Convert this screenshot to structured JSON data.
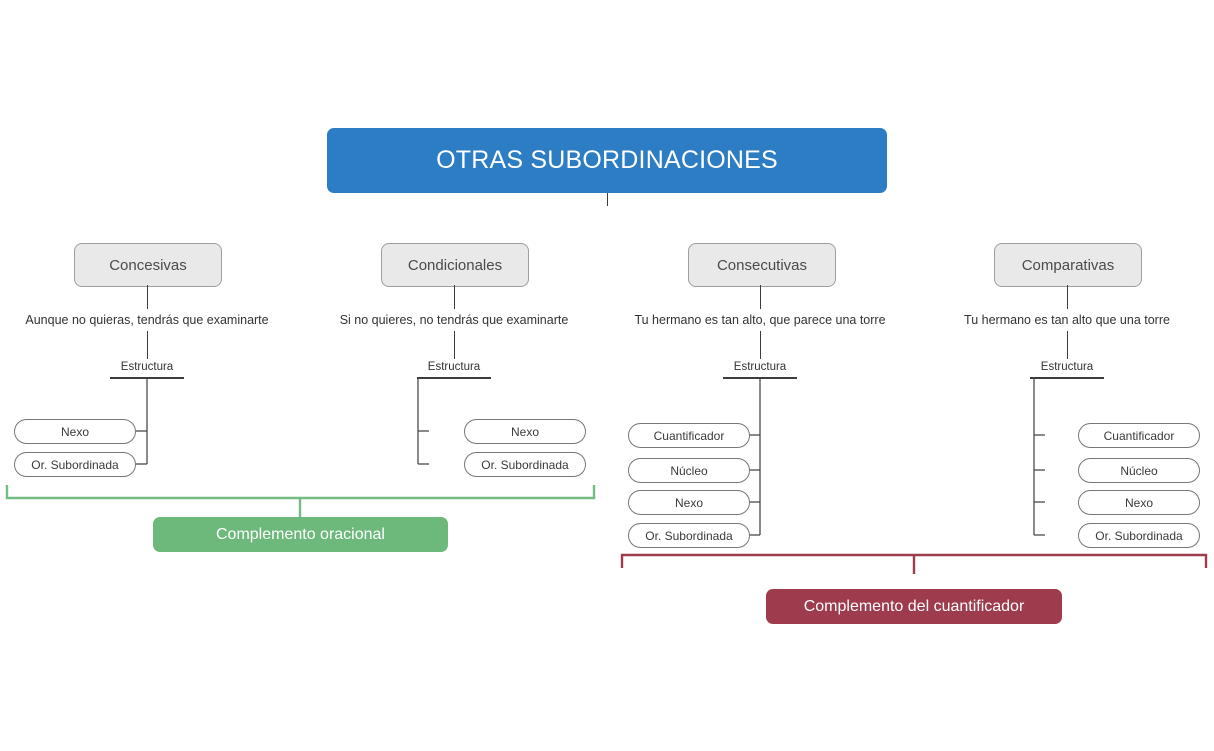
{
  "diagram": {
    "title": "OTRAS SUBORDINACIONES",
    "structure_label": "Estructura",
    "branches": [
      {
        "name": "Concesivas",
        "example": "Aunque no quieras, tendrás que examinarte",
        "structure_label": "Estructura",
        "parts": [
          "Nexo",
          "Or. Subordinada"
        ]
      },
      {
        "name": "Condicionales",
        "example": "Si no quieres, no tendrás que examinarte",
        "structure_label": "Estructura",
        "parts": [
          "Nexo",
          "Or. Subordinada"
        ]
      },
      {
        "name": "Consecutivas",
        "example": "Tu hermano es tan alto, que parece una torre",
        "structure_label": "Estructura",
        "parts": [
          "Cuantificador",
          "Núcleo",
          "Nexo",
          "Or. Subordinada"
        ]
      },
      {
        "name": "Comparativas",
        "example": "Tu hermano es tan alto que una torre",
        "structure_label": "Estructura",
        "parts": [
          "Cuantificador",
          "Núcleo",
          "Nexo",
          "Or. Subordinada"
        ]
      }
    ],
    "groupings": [
      {
        "label": "Complemento oracional",
        "color": "#6cb97b"
      },
      {
        "label": "Complemento del cuantificador",
        "color": "#9e3b4c"
      }
    ],
    "colors": {
      "root": "#2d7dc4",
      "category_fill": "#e9e9e9",
      "category_border": "#9e9e9e",
      "pill_border": "#777777",
      "connector": "#3c3c3c",
      "green": "#6cb97b",
      "red": "#9e3b4c"
    }
  }
}
